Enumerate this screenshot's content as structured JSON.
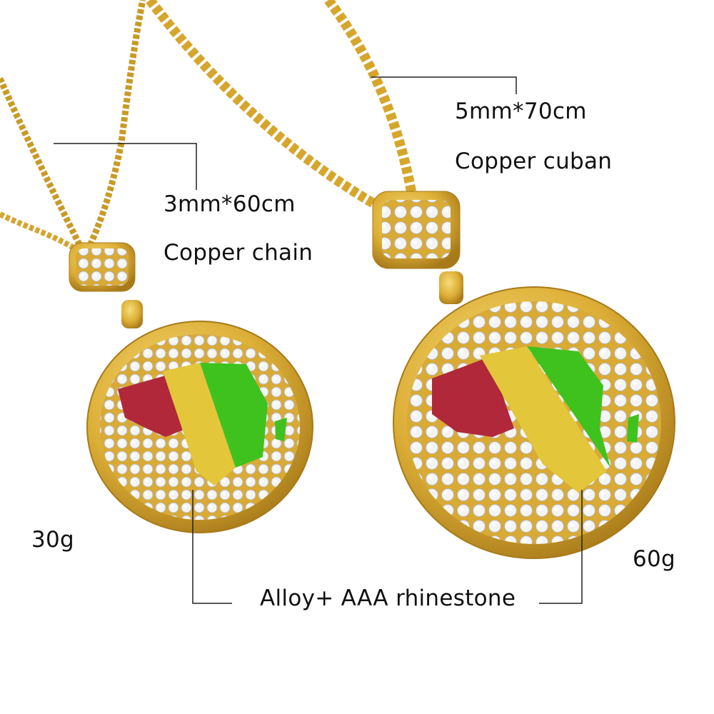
{
  "labels": {
    "large_chain_size": "5mm*70cm",
    "large_chain_material": "Copper cuban",
    "small_chain_size": "3mm*60cm",
    "small_chain_material": "Copper chain",
    "small_weight": "30g",
    "large_weight": "60g",
    "pendant_material": "Alloy+ AAA rhinestone"
  },
  "colors": {
    "gold": "#e0b43a",
    "red": "#b0283a",
    "yellow": "#e3c63a",
    "green": "#3fc21e",
    "line": "#222222"
  }
}
